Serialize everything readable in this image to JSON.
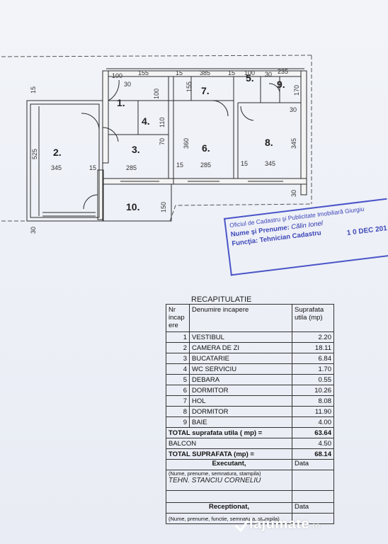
{
  "plan": {
    "rooms": [
      "1.",
      "2.",
      "3.",
      "4.",
      "5.",
      "6.",
      "7.",
      "8.",
      "9.",
      "10."
    ],
    "dims": {
      "top_100a": "100",
      "top_30a": "30",
      "top_155": "155",
      "top_15a": "15",
      "top_385": "385",
      "top_15b": "15",
      "top_100b": "100",
      "top_235": "235",
      "top_30b": "30",
      "left_15": "15",
      "left_525": "525",
      "left_345": "345",
      "left_15b": "15",
      "c3_285": "285",
      "c3_15": "15",
      "r6_285": "285",
      "r6_15": "15",
      "r8_345": "345",
      "r8_345v": "345",
      "r6_360": "360",
      "r3_70": "70",
      "r4_110": "110",
      "r4_100": "100",
      "r7_155": "155",
      "r9_170": "170",
      "r9_30": "30",
      "r8_30": "30",
      "r10_150": "150",
      "bot_30": "30"
    }
  },
  "stamp": {
    "office": "Oficiul de Cadastru şi Publicitate Imobiliară Giurgiu",
    "name_label": "Nume şi Prenume:",
    "name_value": "Călin Ionel",
    "function_label": "Funcţia:",
    "function_value": "Tehnician Cadastru",
    "date": "1 0 DEC 201"
  },
  "recap": {
    "title": "RECAPITULATIE",
    "col_nr": "Nr incap ere",
    "col_name": "Denumire incapere",
    "col_area": "Suprafata utila (mp)",
    "rows": [
      {
        "nr": "1",
        "name": "VESTIBUL",
        "area": "2.20"
      },
      {
        "nr": "2",
        "name": "CAMERA DE ZI",
        "area": "18.11"
      },
      {
        "nr": "3",
        "name": "BUCATARIE",
        "area": "6.84"
      },
      {
        "nr": "4",
        "name": "WC SERVICIU",
        "area": "1.70"
      },
      {
        "nr": "5",
        "name": "DEBARA",
        "area": "0.55"
      },
      {
        "nr": "6",
        "name": "DORMITOR",
        "area": "10.26"
      },
      {
        "nr": "7",
        "name": "HOL",
        "area": "8.08"
      },
      {
        "nr": "8",
        "name": "DORMITOR",
        "area": "11.90"
      },
      {
        "nr": "9",
        "name": "BAIE",
        "area": "4.00"
      }
    ],
    "total_util_label": "TOTAL  suprafata utila ( mp) =",
    "total_util_value": "63.64",
    "balcon_label": "BALCON",
    "balcon_value": "4.50",
    "total_label": "TOTAL  SUPRAFATA (mp) =",
    "total_value": "68.14",
    "executant_label": "Executant,",
    "data_label": "Data",
    "executant_note": "(Nume, prenume, semnatura, stampila)",
    "executant_sign": "TEHN. STANCIU CORNELIU",
    "receptionat_label": "Receptionat,",
    "data_label2": "Data",
    "receptionat_note": "(Nume, prenume, functie, semnatura, stampila)"
  },
  "watermark": {
    "brand": "lajumate",
    "tld": ".ro"
  }
}
